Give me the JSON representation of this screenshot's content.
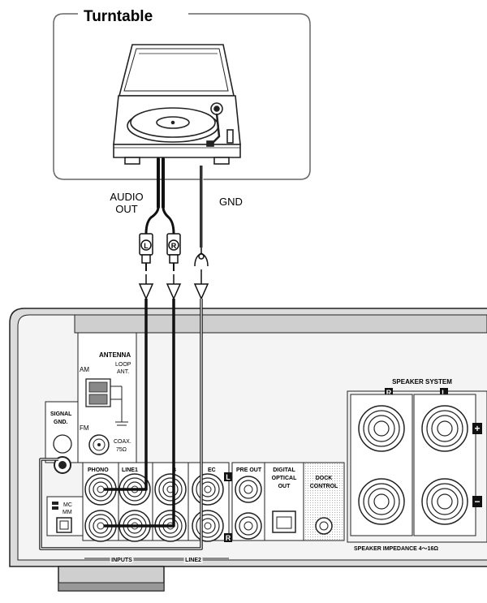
{
  "turntable": {
    "title": "Turntable"
  },
  "cables": {
    "audio_out_line1": "AUDIO",
    "audio_out_line2": "OUT",
    "gnd": "GND"
  },
  "plugs": {
    "left": "L",
    "right": "R"
  },
  "panel": {
    "antenna": "ANTENNA",
    "am": "AM",
    "loop_ant_line1": "LOOP",
    "loop_ant_line2": "ANT.",
    "fm": "FM",
    "coax_line1": "COAX.",
    "coax_line2": "75Ω",
    "signal_gnd_line1": "SIGNAL",
    "signal_gnd_line2": "GND.",
    "mc": "MC",
    "mm": "MM",
    "phono": "PHONO",
    "line1": "LINE1",
    "cd_partial": "B",
    "rec_partial": "EC",
    "channel_l": "L",
    "channel_r": "R",
    "pre_out": "PRE OUT",
    "digital_line1": "DIGITAL",
    "digital_line2": "OPTICAL",
    "digital_line3": "OUT",
    "dock_line1": "DOCK",
    "dock_line2": "CONTROL",
    "inputs": "INPUTS",
    "line2": "LINE2",
    "speaker_system": "SPEAKER SYSTEM",
    "speaker_r": "R",
    "speaker_l": "L",
    "plus": "+",
    "minus": "−",
    "speaker_impedance": "SPEAKER IMPEDANCE 4～16Ω"
  }
}
